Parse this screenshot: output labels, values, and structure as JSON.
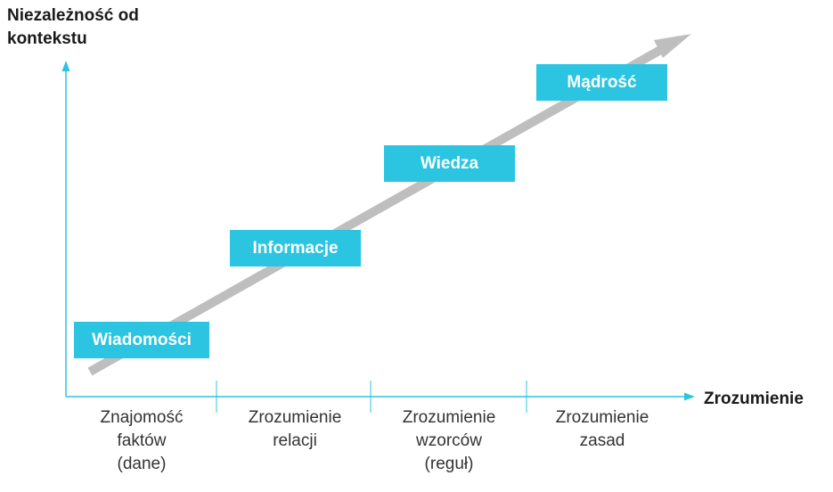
{
  "colors": {
    "accent": "#2BC4E1",
    "axis": "#2BC4E1",
    "arrow": "#BEBEBE",
    "text": "#1a1a1a"
  },
  "axes": {
    "y_label_lines": [
      "Niezależność od",
      "kontekstu"
    ],
    "x_label": "Zrozumienie"
  },
  "stages": [
    {
      "label": "Wiadomości"
    },
    {
      "label": "Informacje"
    },
    {
      "label": "Wiedza"
    },
    {
      "label": "Mądrość"
    }
  ],
  "categories": [
    {
      "lines": [
        "Znajomość",
        "faktów",
        "(dane)"
      ]
    },
    {
      "lines": [
        "Zrozumienie",
        "relacji"
      ]
    },
    {
      "lines": [
        "Zrozumienie",
        "wzorców",
        "(reguł)"
      ]
    },
    {
      "lines": [
        "Zrozumienie",
        "zasad"
      ]
    }
  ]
}
